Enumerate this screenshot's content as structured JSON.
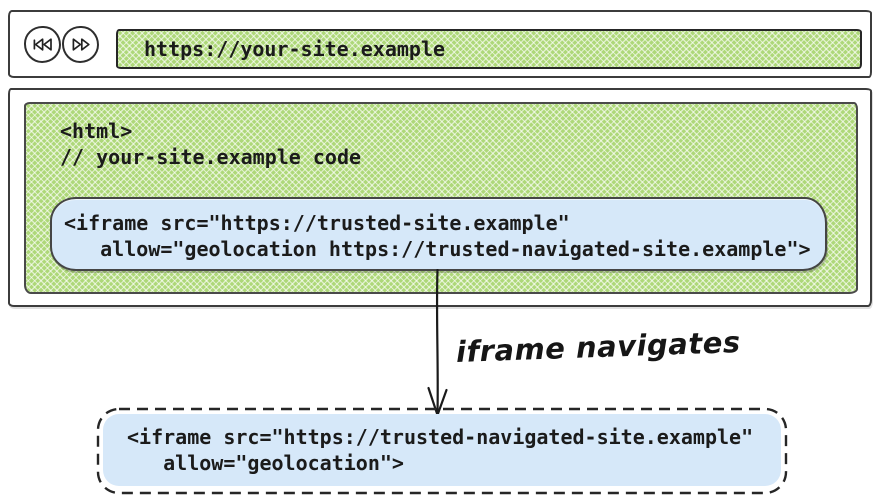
{
  "browser": {
    "toolbar": {
      "back_icon": "skip-back-icon",
      "forward_icon": "skip-forward-icon",
      "url": "https://your-site.example"
    }
  },
  "page_code": {
    "line1": "<html>",
    "line2": "// your-site.example code"
  },
  "iframe_original": {
    "line1": "<iframe src=\"https://trusted-site.example\"",
    "line2": "   allow=\"geolocation https://trusted-navigated-site.example\">"
  },
  "arrow": {
    "label": "iframe navigates"
  },
  "iframe_navigated": {
    "line1": "<iframe src=\"https://trusted-navigated-site.example\"",
    "line2": "   allow=\"geolocation\">"
  },
  "colors": {
    "hatch_green": "#aed879",
    "code_blue": "#d6e8f9",
    "ink": "#212121",
    "sketch_border": "#3c3c3c"
  }
}
